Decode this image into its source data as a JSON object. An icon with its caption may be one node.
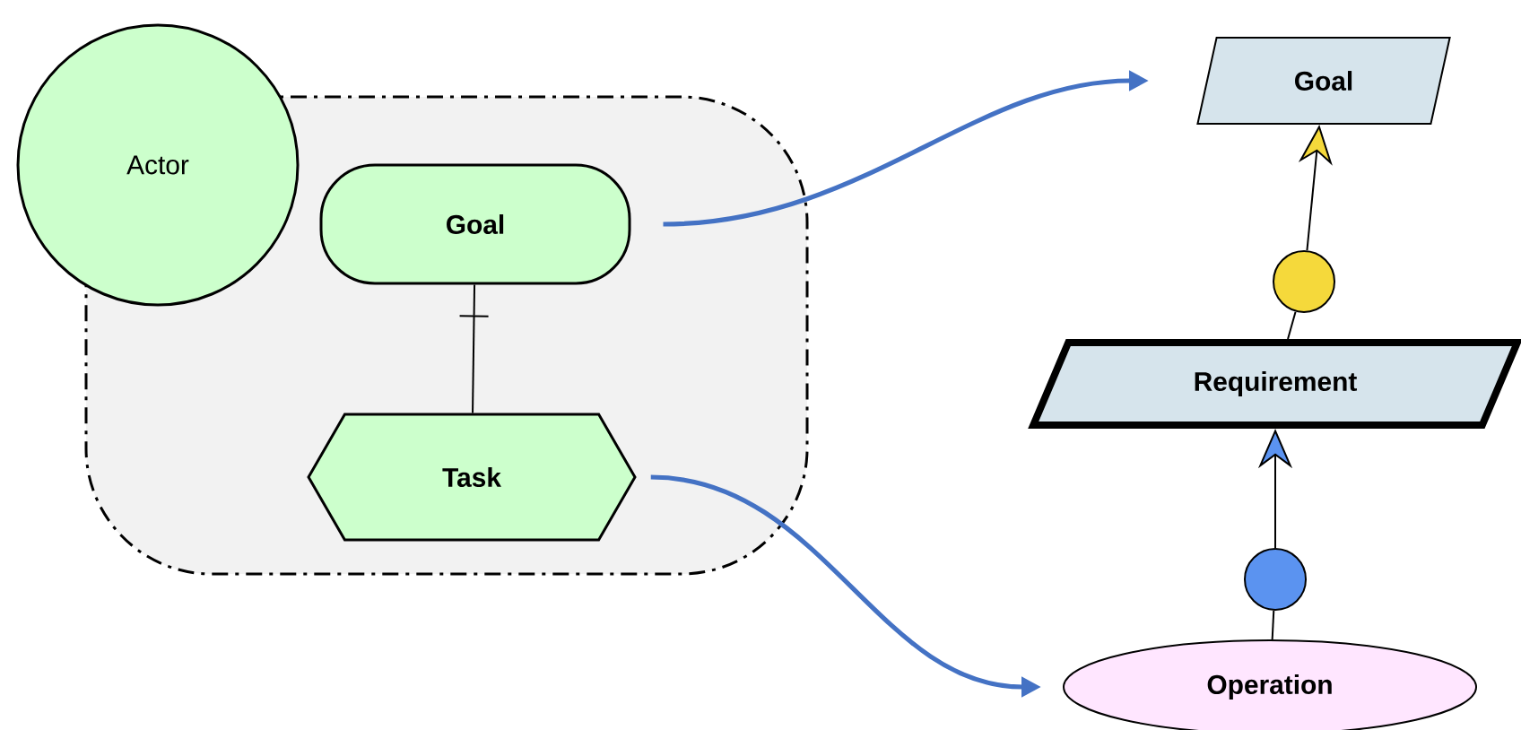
{
  "diagram": {
    "nodes": [
      {
        "text": [
          "Actor"
        ]
      },
      {
        "text": [],
        "shape": "box"
      },
      {
        "text": [
          "Goal"
        ],
        "in": 1
      },
      {
        "text": [
          "Task"
        ],
        "in": 1
      },
      {
        "text": [
          "Goal"
        ]
      },
      {
        "text": [
          "Requirement"
        ]
      },
      {
        "text": [
          "Operation"
        ]
      },
      {
        "text": [],
        "shape": "circle"
      },
      {
        "text": [],
        "shape": "circle"
      }
    ],
    "edges": [
      {
        "from": 2,
        "to": 4,
        "arrow": "to",
        "style": "thick",
        "color": "#4472c4"
      },
      {
        "from": 3,
        "to": 6,
        "arrow": "to",
        "style": "thick",
        "color": "#4472c4"
      },
      {
        "from": 2,
        "to": 3,
        "arrow": "other"
      },
      {
        "from": 5,
        "to": 7,
        "arrow": "none"
      },
      {
        "from": 7,
        "to": 4,
        "arrow": "to"
      },
      {
        "from": 6,
        "to": 8,
        "arrow": "none"
      },
      {
        "from": 8,
        "to": 5,
        "arrow": "to"
      }
    ]
  }
}
